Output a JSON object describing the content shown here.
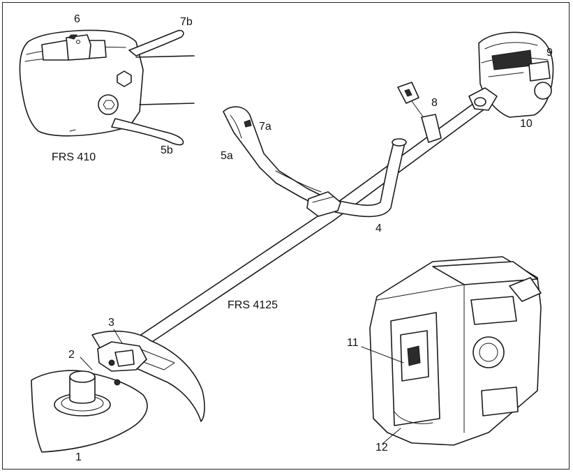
{
  "labels": {
    "n1": "1",
    "n2": "2",
    "n3": "3",
    "n4": "4",
    "n5a": "5a",
    "n5b": "5b",
    "n6": "6",
    "n7a": "7a",
    "n7b": "7b",
    "n8": "8",
    "n9": "9",
    "n10": "10",
    "n11": "11",
    "n12": "12"
  },
  "models": {
    "inset_model": "FRS 410",
    "main_model": "FRS 4125"
  },
  "colors": {
    "line": "#1a1a1a",
    "background": "#ffffff"
  }
}
